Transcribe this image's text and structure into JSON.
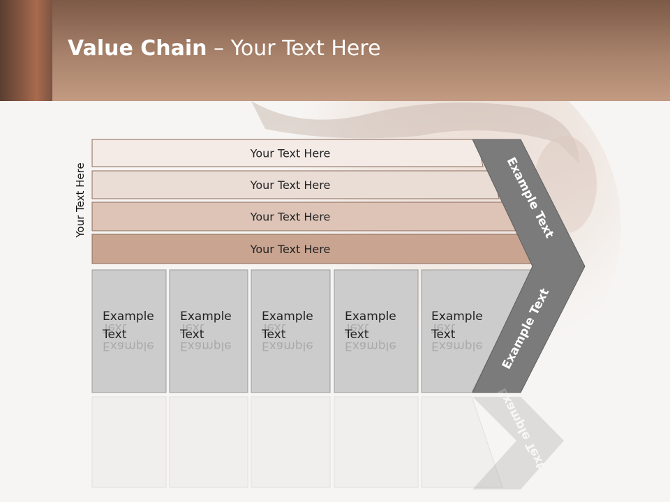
{
  "slide": {
    "title_bold": "Value Chain",
    "title_rest": " – Your Text Here",
    "side_label": "Your Text Here"
  },
  "support_rows": [
    {
      "label": "Your Text Here",
      "fill": "#f4ebe7"
    },
    {
      "label": "Your Text Here",
      "fill": "#eaddd5"
    },
    {
      "label": "Your Text Here",
      "fill": "#ddc4b7"
    },
    {
      "label": "Your Text Here",
      "fill": "#c9a591"
    }
  ],
  "primary_boxes": [
    {
      "line1": "Example",
      "line2": "Text"
    },
    {
      "line1": "Example",
      "line2": "Text"
    },
    {
      "line1": "Example",
      "line2": "Text"
    },
    {
      "line1": "Example",
      "line2": "Text"
    },
    {
      "line1": "Example",
      "line2": "Text"
    }
  ],
  "arrow": {
    "upper_label": "Example Text",
    "lower_label": "Example Text",
    "fill": "#7b7b7b"
  },
  "colors": {
    "box_fill": "#cccccc",
    "box_stroke": "#9a9a9a",
    "row_stroke": "#8a6a5a",
    "header_brown": "#a8826b"
  }
}
